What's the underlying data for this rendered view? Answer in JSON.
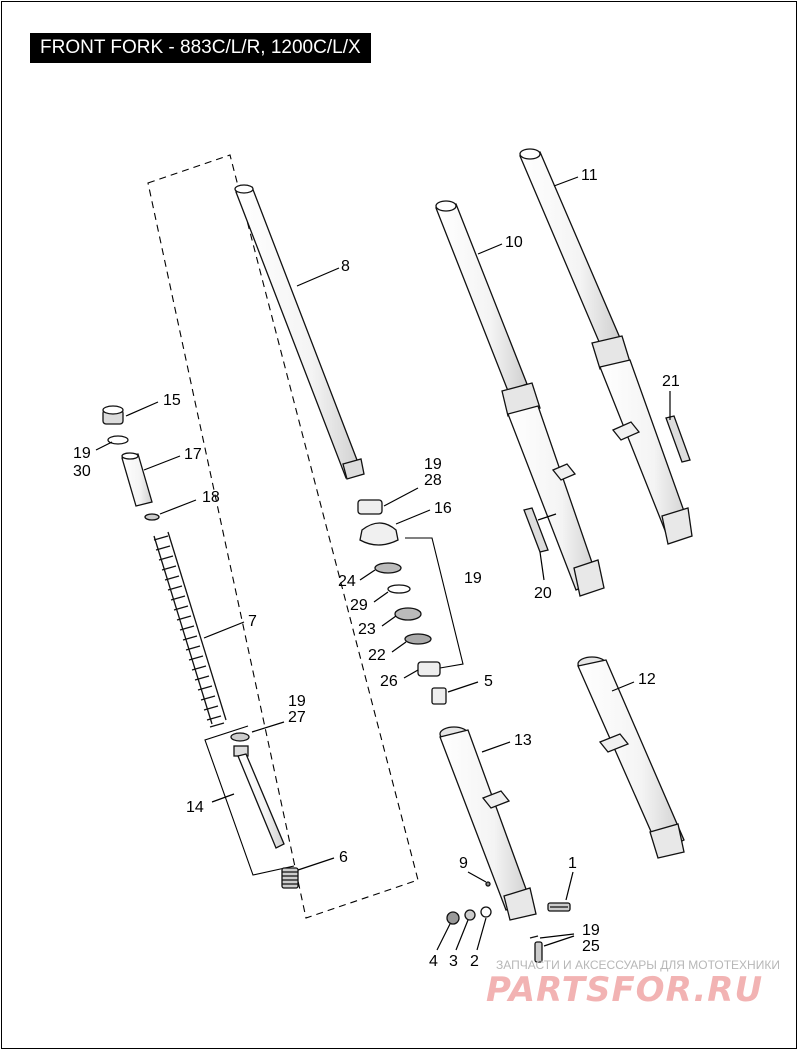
{
  "title": "FRONT FORK - 883C/L/R, 1200C/L/X",
  "callouts": {
    "c1": "1",
    "c2": "2",
    "c3": "3",
    "c4": "4",
    "c5": "5",
    "c6": "6",
    "c7": "7",
    "c8": "8",
    "c9": "9",
    "c10": "10",
    "c11": "11",
    "c12": "12",
    "c13": "13",
    "c14": "14",
    "c15": "15",
    "c16": "16",
    "c17": "17",
    "c18": "18",
    "c19a": "19",
    "c30": "30",
    "c19b": "19",
    "c28": "28",
    "c19c": "19",
    "c19d": "19",
    "c27": "27",
    "c19e": "19",
    "c25": "25",
    "c20": "20",
    "c21": "21",
    "c22": "22",
    "c23": "23",
    "c24": "24",
    "c26": "26",
    "c29": "29"
  },
  "watermark": {
    "tagline": "ЗАПЧАСТИ И АКСЕССУАРЫ ДЛЯ МОТОТЕХНИКИ",
    "logo": "PARTSFOR.RU"
  },
  "colors": {
    "title_bg": "#000000",
    "title_fg": "#ffffff",
    "part_fill": "#ffffff",
    "watermark": "#f2b3b3"
  }
}
